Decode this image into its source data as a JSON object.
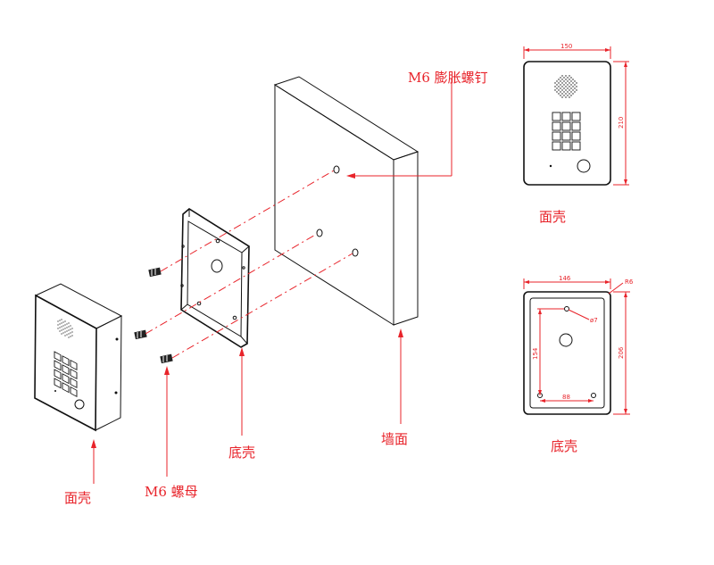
{
  "labels": {
    "expansion_screw": "M6 膨胀螺钉",
    "wall": "墙面",
    "back_box_center": "底壳",
    "nut": "M6 螺母",
    "face_plate_left": "面壳",
    "face_plate_right": "面壳",
    "back_box_right": "底壳"
  },
  "dimensions": {
    "face_width": "150",
    "face_height": "210",
    "box_width": "146",
    "box_height": "206",
    "box_inner_height": "154",
    "hole_spacing": "88",
    "hole_diameter": "ø7",
    "corner": "R6"
  },
  "colors": {
    "annotation": "#e8232a",
    "line": "#111111"
  }
}
